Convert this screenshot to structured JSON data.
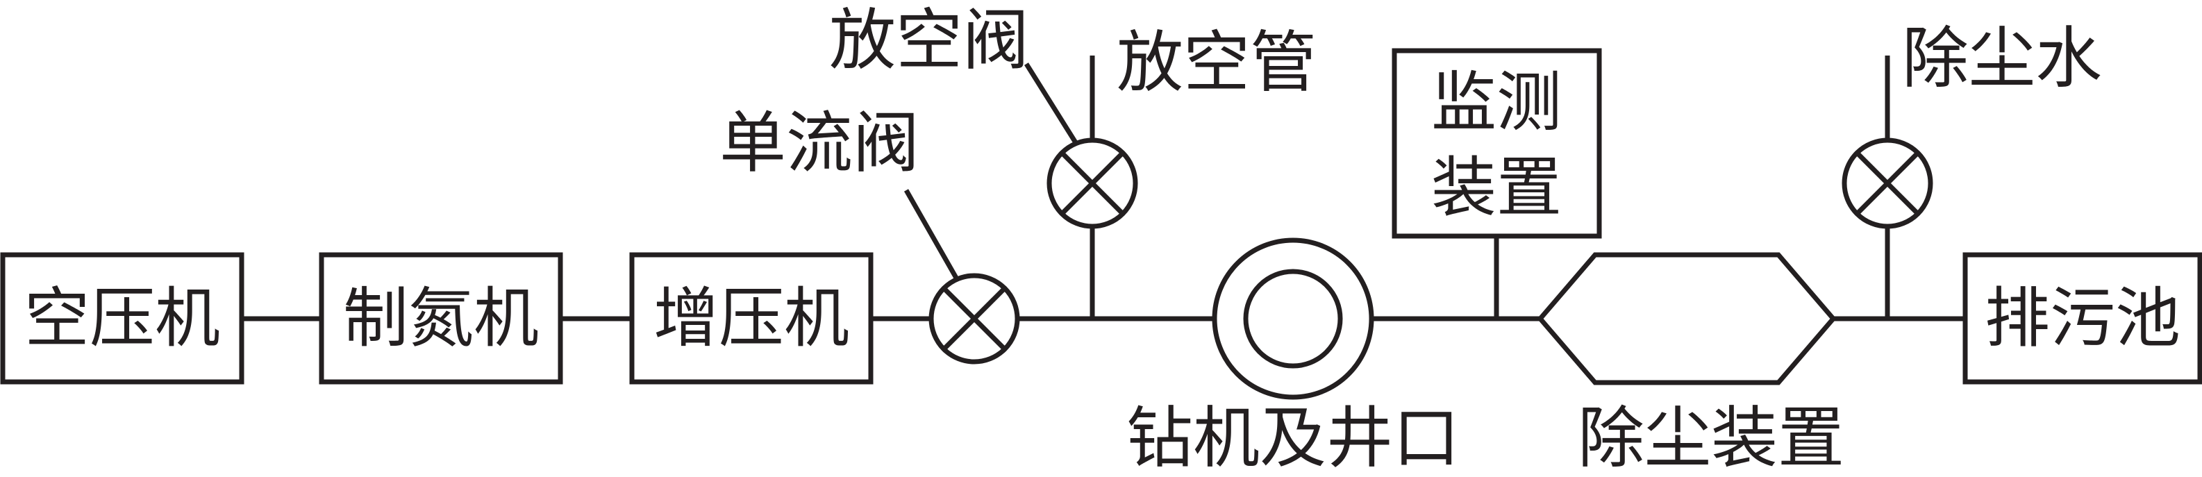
{
  "nodes": {
    "air_compressor": "空压机",
    "nitrogen_generator": "制氮机",
    "booster": "增压机",
    "check_valve": "单流阀",
    "vent_valve": "放空阀",
    "vent_pipe": "放空管",
    "drill_wellhead": "钻机及井口",
    "monitoring_device": {
      "line1": "监测",
      "line2": "装置"
    },
    "dust_device": "除尘装置",
    "dust_water": "除尘水",
    "sewage_pool": "排污池"
  },
  "colors": {
    "line": "#231f20",
    "background": "#ffffff"
  },
  "icons": {
    "valve": "valve-x-symbol",
    "drill": "concentric-circles-symbol",
    "dust_remover": "hexagon-symbol"
  }
}
